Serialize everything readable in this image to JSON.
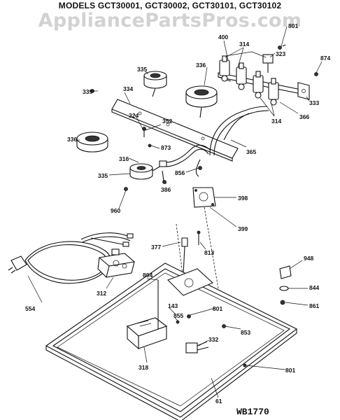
{
  "header": {
    "models": "MODELS GCT30001, GCT30002, GCT30101, GCT30102",
    "watermark": "AppliancePartsPros.com"
  },
  "diagram_code": "WB1770",
  "part_labels": {
    "p400": "400",
    "p314a": "314",
    "p801a": "801",
    "p323": "323",
    "p874": "874",
    "p335a": "335",
    "p336a": "336",
    "p339": "339",
    "p334": "334",
    "p333": "333",
    "p366": "366",
    "p314b": "314",
    "p324": "324",
    "p352": "352",
    "p336b": "336",
    "p873": "873",
    "p365": "365",
    "p316": "316",
    "p856": "856",
    "p335b": "335",
    "p386": "386",
    "p960": "960",
    "p398": "398",
    "p399": "399",
    "p377": "377",
    "p813": "813",
    "p948": "948",
    "p554": "554",
    "p312": "312",
    "p804": "804",
    "p844": "844",
    "p143": "143",
    "p801b": "801",
    "p861": "861",
    "p855": "855",
    "p853": "853",
    "p332": "332",
    "p318": "318",
    "p801c": "801",
    "p61": "61"
  }
}
